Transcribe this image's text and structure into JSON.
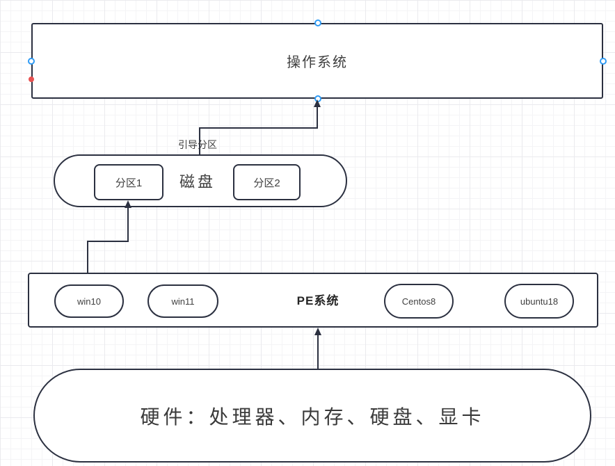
{
  "colors": {
    "background": "#ffffff",
    "grid_minor": "#f4f4f6",
    "grid_major": "#eaeaee",
    "shape_stroke": "#2b3040",
    "shape_fill": "#ffffff",
    "label_text": "#3f3f3f",
    "selection_handle_blue": "#2f9bf5",
    "connection_anchor_red": "#e85252"
  },
  "diagram": {
    "os_node": {
      "label": "操作系统"
    },
    "boot_edge": {
      "label": "引导分区"
    },
    "disk_node": {
      "label": "磁盘",
      "partitions": [
        {
          "label": "分区1"
        },
        {
          "label": "分区2"
        }
      ]
    },
    "pe_node": {
      "label": "PE系统",
      "systems": [
        {
          "label": "win10"
        },
        {
          "label": "win11"
        },
        {
          "label": "Centos8"
        },
        {
          "label": "ubuntu18"
        }
      ]
    },
    "hardware_node": {
      "label": "硬件：处理器、内存、硬盘、显卡"
    }
  }
}
